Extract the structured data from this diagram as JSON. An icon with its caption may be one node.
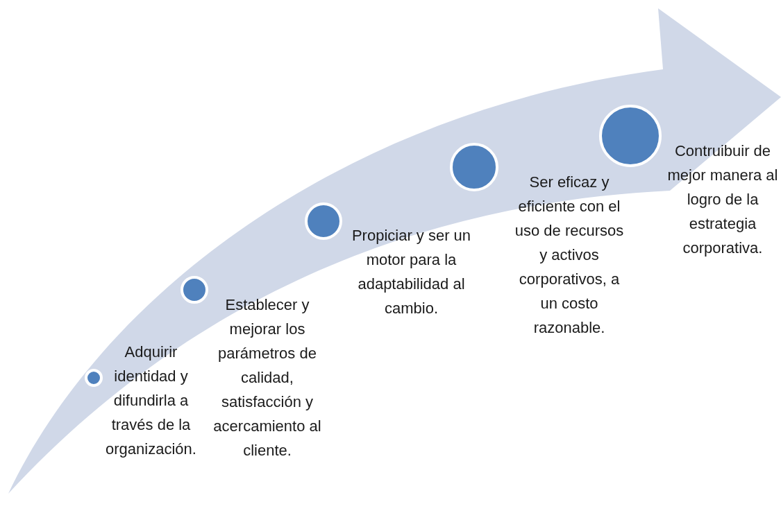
{
  "diagram": {
    "nodes": [
      {
        "text": [],
        "shape": "circle",
        "beside": [
          "Adquirir identidad y difundirla a través de la organización."
        ]
      },
      {
        "text": [],
        "shape": "circle",
        "beside": [
          "Establecer y mejorar los parámetros de calidad, satisfacción y acercamiento al cliente."
        ]
      },
      {
        "text": [],
        "shape": "circle",
        "beside": [
          "Propiciar y ser un motor para la adaptabilidad al cambio."
        ]
      },
      {
        "text": [],
        "shape": "circle",
        "beside": [
          "Ser eficaz y eficiente con el uso de recursos y activos corporativos, a un costo razonable."
        ]
      },
      {
        "text": [],
        "shape": "circle",
        "beside": [
          "Contruibuir de mejor manera al logro de la estrategia corporativa."
        ]
      }
    ],
    "edges": []
  }
}
